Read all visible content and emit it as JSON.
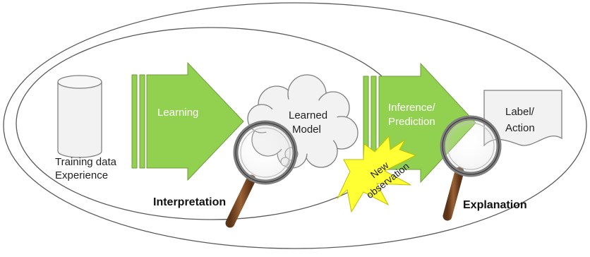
{
  "diagram": {
    "nodes": {
      "training_data": {
        "line1": "Training data",
        "line2": "Experience"
      },
      "learning_arrow": {
        "label": "Learning"
      },
      "learned_model": {
        "line1": "Learned",
        "line2": "Model"
      },
      "inference_arrow": {
        "line1": "Inference/",
        "line2": "Prediction"
      },
      "new_observation": {
        "line1": "New",
        "line2": "observation"
      },
      "label_action": {
        "line1": "Label/",
        "line2": "Action"
      }
    },
    "annotations": {
      "interpretation": "Interpretation",
      "explanation": "Explanation"
    },
    "colors": {
      "arrow_fill": "#92d050",
      "arrow_stroke": "#6f9e3a",
      "shape_fill": "#f2f2f2",
      "outline": "#7f7f7f",
      "star_fill": "#ffff33",
      "handle_color": "#7b4a26"
    }
  }
}
